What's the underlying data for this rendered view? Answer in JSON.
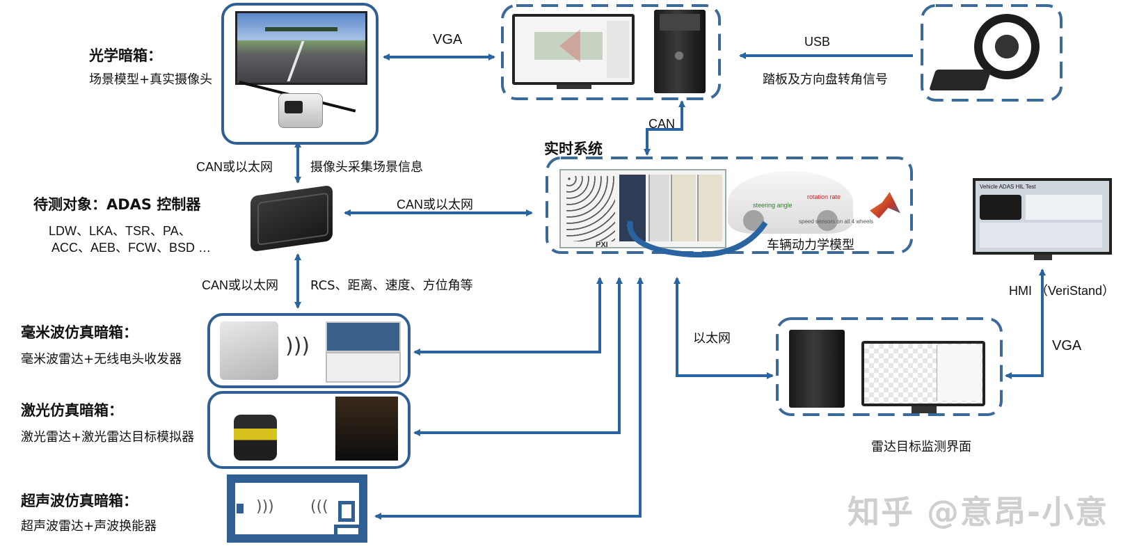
{
  "optical": {
    "title": "光学暗箱：",
    "desc": "场景模型+真实摄像头"
  },
  "dut": {
    "title": "待测对象：ADAS 控制器",
    "funcs1": "LDW、LKA、TSR、PA、",
    "funcs2": "ACC、AEB、FCW、BSD …"
  },
  "mmwave": {
    "title": "毫米波仿真暗箱：",
    "desc": "毫米波雷达+无线电头收发器"
  },
  "lidar": {
    "title": "激光仿真暗箱：",
    "desc": "激光雷达+激光雷达目标模拟器"
  },
  "ultra": {
    "title": "超声波仿真暗箱：",
    "desc": "超声波雷达+声波换能器"
  },
  "realtime": {
    "title": "实时系统",
    "vehicle_model": "车辆动力学模型",
    "chassis_label": "PXI",
    "car_annotations": [
      "steering angle",
      "rotation rate",
      "speed sensors on all 4 wheels"
    ]
  },
  "radar_monitor": {
    "label": "雷达目标监测界面"
  },
  "hmi": {
    "label": "HMI （VeriStand）",
    "screen_title": "Vehicle ADAS HIL Test"
  },
  "links": {
    "vga_top": "VGA",
    "usb": "USB",
    "pedal": "踏板及方向盘转角信号",
    "can_top": "CAN",
    "cam_eth": "CAN或以太网",
    "cam_info": "摄像头采集场景信息",
    "ctrl_eth": "CAN或以太网",
    "radar_eth": "CAN或以太网",
    "radar_info": "RCS、距离、速度、方位角等",
    "ethernet": "以太网",
    "vga_right": "VGA"
  },
  "watermark": "知乎 @意昂-小意",
  "colors": {
    "arrow": "#2a64a0",
    "box_border": "#2f5f93",
    "dash": "#3a6a9a"
  }
}
